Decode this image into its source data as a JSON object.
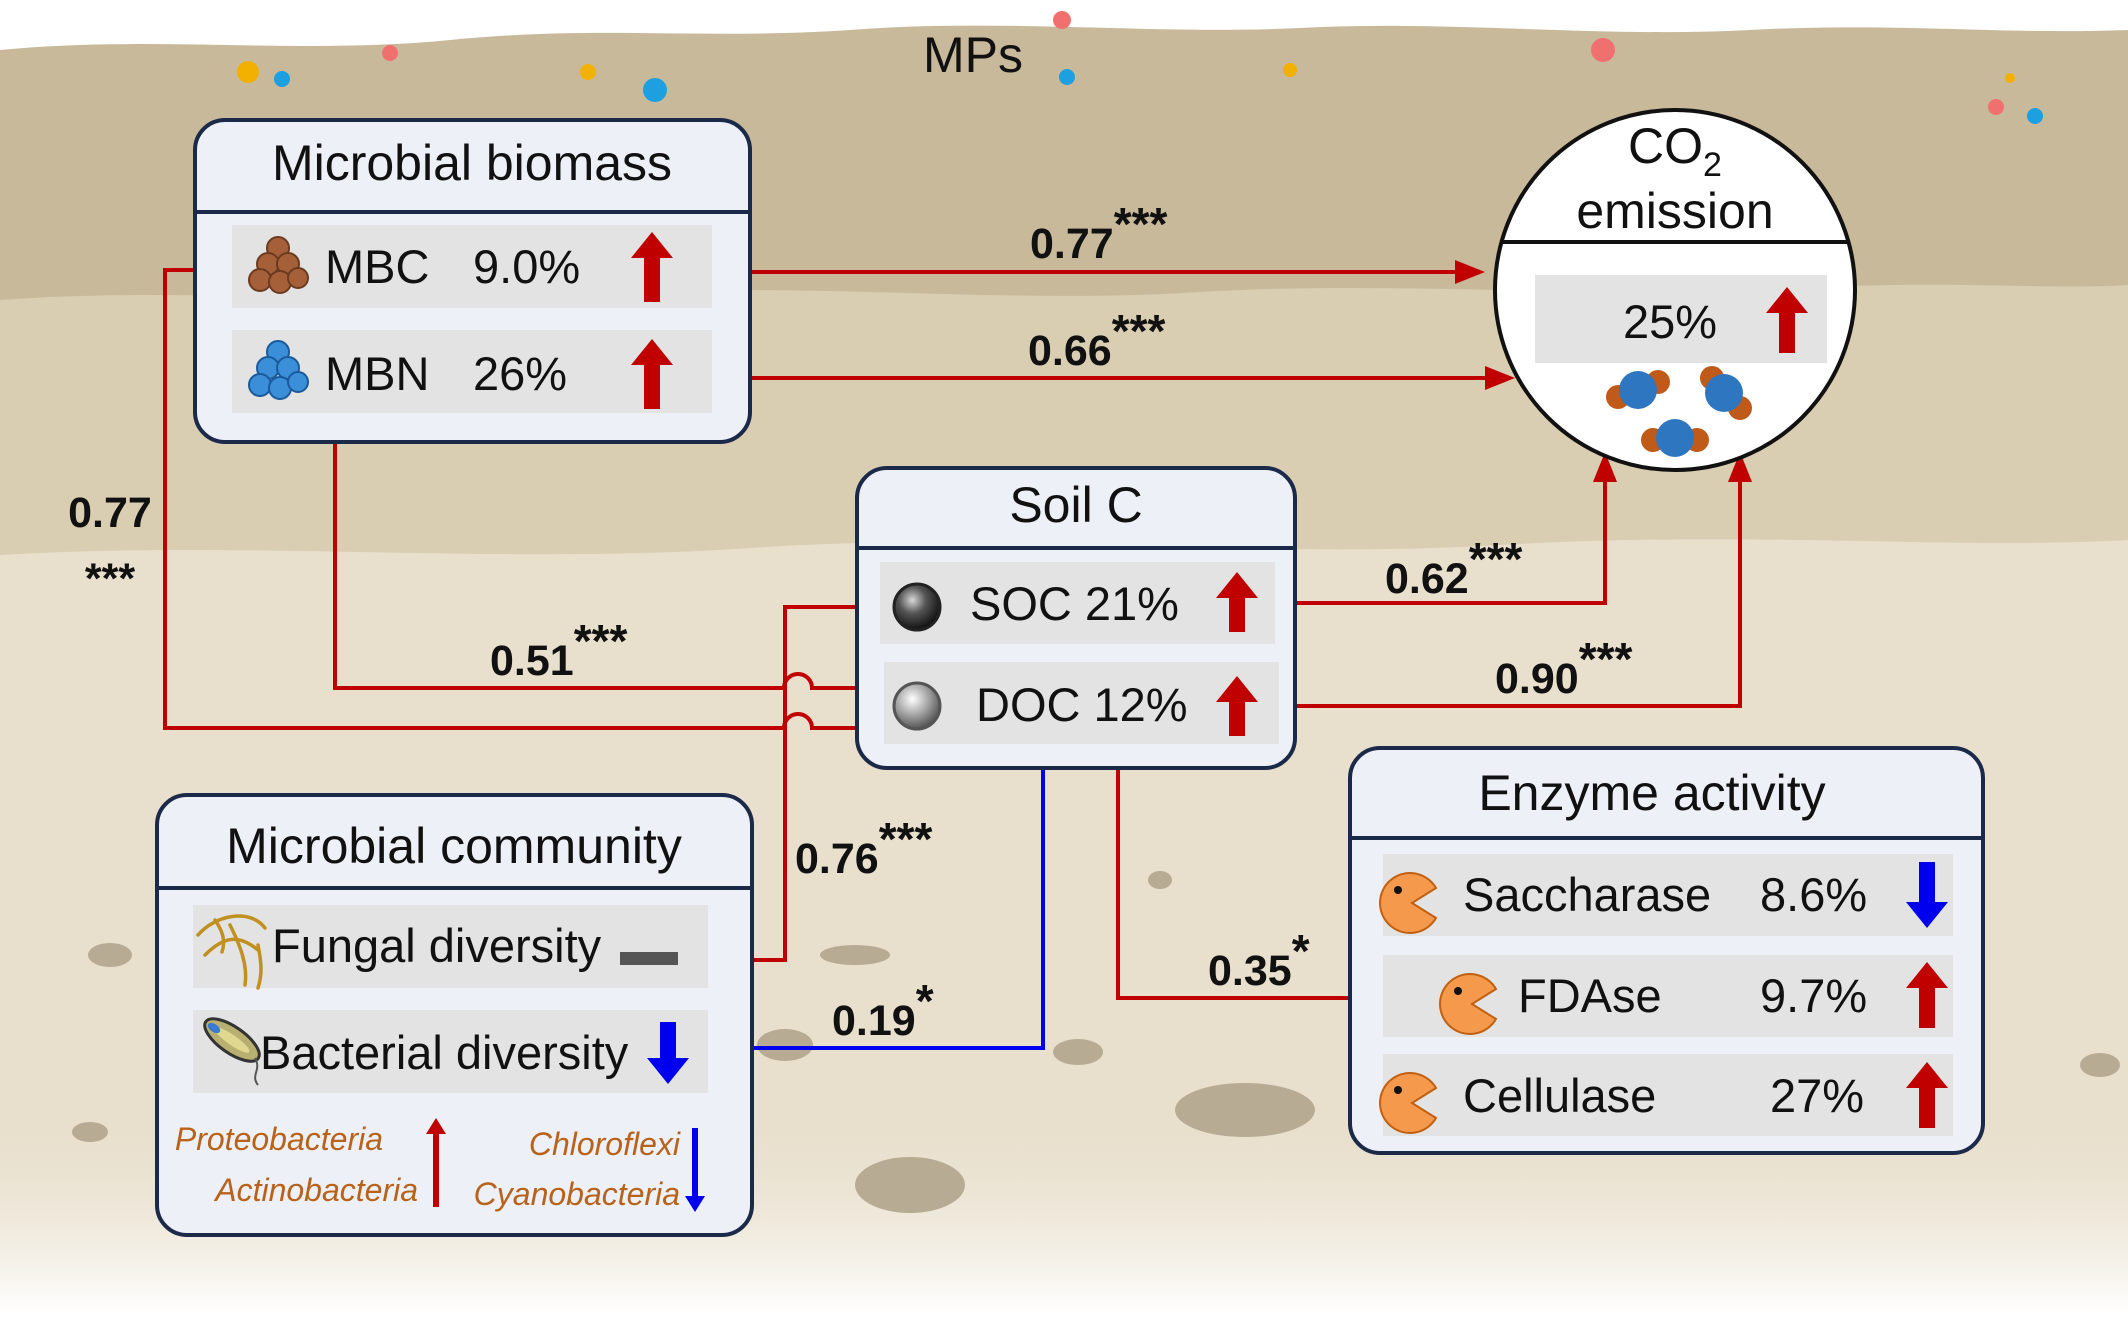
{
  "top_label": "MPs",
  "colors": {
    "increase": "#c00000",
    "decrease": "#0000ee",
    "box_border": "#1c2a4a",
    "box_fill": "#eef0f8",
    "row_fill": "#e3e3e3",
    "soil_top": "#c8b99a",
    "soil_mid": "#d9cdb2",
    "soil_low": "#e8dfcc",
    "phyla_text": "#b8621a"
  },
  "microbial_biomass": {
    "title": "Microbial biomass",
    "rows": [
      {
        "name": "MBC",
        "value": "9.0%",
        "trend": "up",
        "icon": "brown-cell-cluster-icon"
      },
      {
        "name": "MBN",
        "value": "26%",
        "trend": "up",
        "icon": "blue-cell-cluster-icon"
      }
    ]
  },
  "co2": {
    "title_main": "CO",
    "title_sub": "2",
    "title_line2": "emission",
    "value": "25%",
    "trend": "up",
    "icon": "co2-molecule-icon"
  },
  "soil_c": {
    "title": "Soil C",
    "rows": [
      {
        "name": "SOC 21%",
        "trend": "up",
        "icon": "dark-sphere-icon"
      },
      {
        "name": "DOC 12%",
        "trend": "up",
        "icon": "grey-sphere-icon"
      }
    ]
  },
  "microbial_community": {
    "title": "Microbial community",
    "rows": [
      {
        "name": "Fungal diversity",
        "trend": "none",
        "icon": "fungal-hyphae-icon"
      },
      {
        "name": "Bacterial diversity",
        "trend": "down",
        "icon": "bacterium-icon"
      }
    ],
    "phyla_up": [
      "Proteobacteria",
      "Actinobacteria"
    ],
    "phyla_down": [
      "Chloroflexi",
      "Cyanobacteria"
    ]
  },
  "enzyme_activity": {
    "title": "Enzyme activity",
    "rows": [
      {
        "name": "Saccharase",
        "value": "8.6%",
        "trend": "down",
        "icon": "enzyme-pacman-icon"
      },
      {
        "name": "FDAse",
        "value": "9.7%",
        "trend": "up",
        "icon": "enzyme-pacman-icon"
      },
      {
        "name": "Cellulase",
        "value": "27%",
        "trend": "up",
        "icon": "enzyme-pacman-icon"
      }
    ]
  },
  "links": {
    "mbc_co2": {
      "coef": "0.77",
      "sig": "***"
    },
    "mbn_co2": {
      "coef": "0.66",
      "sig": "***"
    },
    "soc_co2": {
      "coef": "0.62",
      "sig": "***"
    },
    "doc_co2": {
      "coef": "0.90",
      "sig": "***"
    },
    "doc_mbn": {
      "coef": "0.51",
      "sig": "***"
    },
    "doc_mbc": {
      "coef": "0.77",
      "sig": "***"
    },
    "soc_fungal": {
      "coef": "0.76",
      "sig": "***"
    },
    "doc_bacterial": {
      "coef": "0.19",
      "sig": "*"
    },
    "doc_fdase": {
      "coef": "0.35",
      "sig": "*"
    }
  }
}
